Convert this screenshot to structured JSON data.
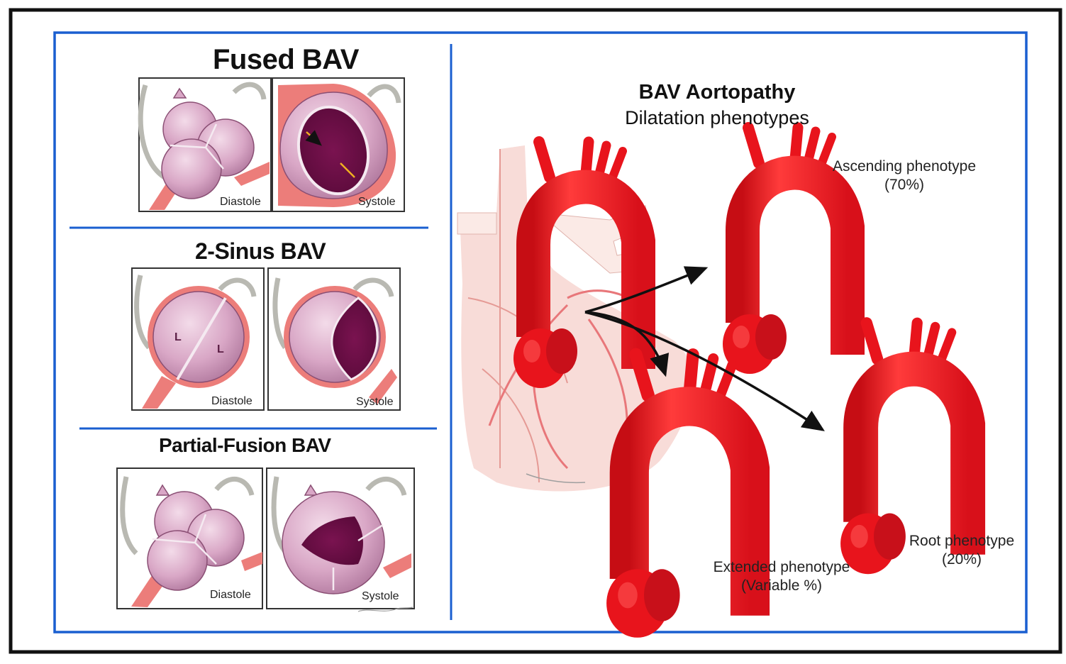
{
  "left_panel": {
    "fused": {
      "title": "Fused BAV",
      "diastole": "Diastole",
      "systole": "Systole"
    },
    "two_sinus": {
      "title": "2-Sinus BAV",
      "diastole": "Diastole",
      "systole": "Systole",
      "leaflet_label": "L"
    },
    "partial_fusion": {
      "title": "Partial-Fusion BAV",
      "diastole": "Diastole",
      "systole": "Systole"
    }
  },
  "right_panel": {
    "title": "BAV Aortopathy",
    "subtitle": "Dilatation phenotypes",
    "ascending": {
      "name": "Ascending phenotype",
      "share": "(70%)"
    },
    "root": {
      "name": "Root phenotype",
      "share": "(20%)"
    },
    "extended": {
      "name": "Extended phenotype",
      "share": "(Variable %)"
    }
  },
  "colors": {
    "outer_border": "#111111",
    "panel_border": "#1a5fd0",
    "aorta_red": "#e8141c",
    "valve_pink": "#d9a7c6",
    "valve_dark": "#6e1048",
    "tissue_salmon": "#ec7d7a",
    "heart_pale": "#f8dcd8"
  }
}
